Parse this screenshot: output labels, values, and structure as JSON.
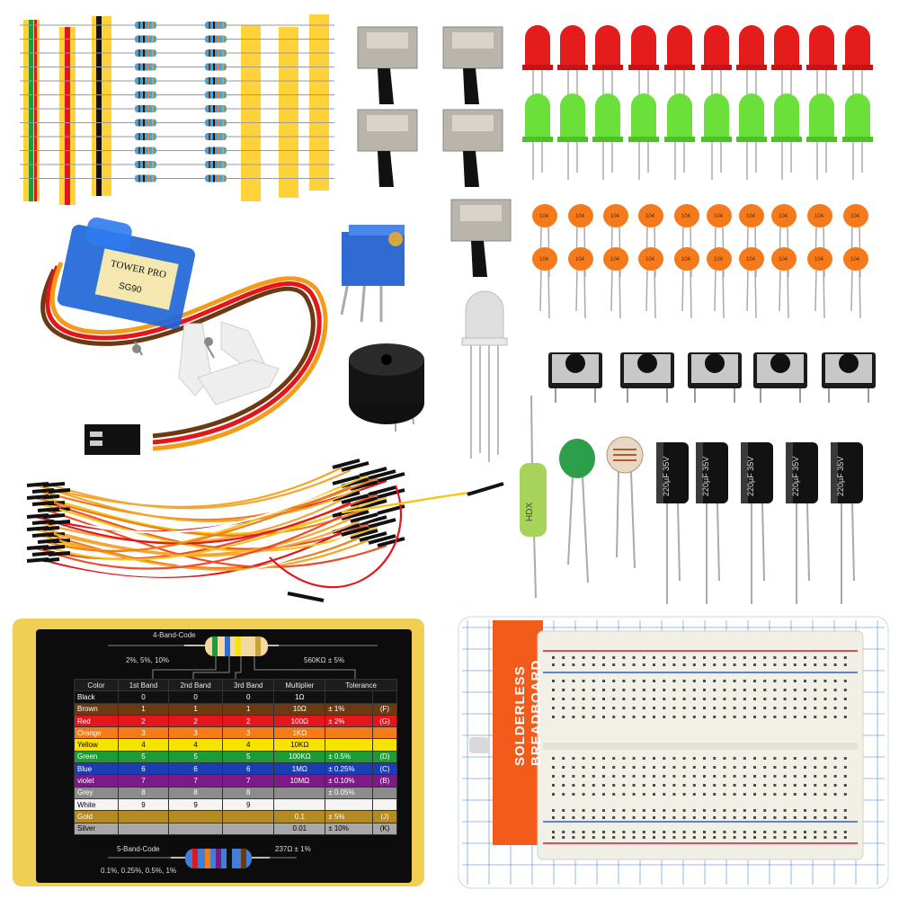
{
  "servo": {
    "brand": "TOWER PRO",
    "model": "SG90"
  },
  "ceramic_cap_label": "104",
  "inductor_label": "HDX",
  "electrolytic_label": "220µF 35V",
  "breadboard": {
    "label_line1": "SOLDERLESS",
    "label_line2": "BREADBOARD"
  },
  "resistor_chart": {
    "four_band_title": "4-Band-Code",
    "four_band_tolerances": "2%, 5%, 10%",
    "four_band_example": "560KΩ ± 5%",
    "five_band_title": "5-Band-Code",
    "five_band_tolerances": "0.1%, 0.25%, 0.5%, 1%",
    "five_band_example": "237Ω ± 1%",
    "headers": [
      "Color",
      "1st Band",
      "2nd Band",
      "3rd Band",
      "Multiplier",
      "Tolerance"
    ],
    "rows": [
      {
        "color": "Black",
        "b1": "0",
        "b2": "0",
        "b3": "0",
        "mult": "1Ω",
        "tol": "",
        "code": "",
        "bg": "#111111",
        "fg": "#ffffff"
      },
      {
        "color": "Brown",
        "b1": "1",
        "b2": "1",
        "b3": "1",
        "mult": "10Ω",
        "tol": "±  1%",
        "code": "(F)",
        "bg": "#6b3a12",
        "fg": "#ffffff"
      },
      {
        "color": "Red",
        "b1": "2",
        "b2": "2",
        "b3": "2",
        "mult": "100Ω",
        "tol": "±  2%",
        "code": "(G)",
        "bg": "#e3171b",
        "fg": "#ffffff"
      },
      {
        "color": "Orange",
        "b1": "3",
        "b2": "3",
        "b3": "3",
        "mult": "1KΩ",
        "tol": "",
        "code": "",
        "bg": "#f47b16",
        "fg": "#ffffff"
      },
      {
        "color": "Yellow",
        "b1": "4",
        "b2": "4",
        "b3": "4",
        "mult": "10KΩ",
        "tol": "",
        "code": "",
        "bg": "#f7e300",
        "fg": "#000000"
      },
      {
        "color": "Green",
        "b1": "5",
        "b2": "5",
        "b3": "5",
        "mult": "100KΩ",
        "tol": "± 0.5%",
        "code": "(D)",
        "bg": "#1f9a3a",
        "fg": "#ffffff"
      },
      {
        "color": "Blue",
        "b1": "6",
        "b2": "6",
        "b3": "6",
        "mult": "1MΩ",
        "tol": "± 0.25%",
        "code": "(C)",
        "bg": "#1a3fb4",
        "fg": "#ffffff"
      },
      {
        "color": "violet",
        "b1": "7",
        "b2": "7",
        "b3": "7",
        "mult": "10MΩ",
        "tol": "± 0.10%",
        "code": "(B)",
        "bg": "#7b1b86",
        "fg": "#ffffff"
      },
      {
        "color": "Grey",
        "b1": "8",
        "b2": "8",
        "b3": "8",
        "mult": "",
        "tol": "± 0.05%",
        "code": "",
        "bg": "#8c8c8c",
        "fg": "#ffffff"
      },
      {
        "color": "White",
        "b1": "9",
        "b2": "9",
        "b3": "9",
        "mult": "",
        "tol": "",
        "code": "",
        "bg": "#f4f4f4",
        "fg": "#000000"
      },
      {
        "color": "Gold",
        "b1": "",
        "b2": "",
        "b3": "",
        "mult": "0.1",
        "tol": "± 5%",
        "code": "(J)",
        "bg": "#b48a22",
        "fg": "#ffffff"
      },
      {
        "color": "Silver",
        "b1": "",
        "b2": "",
        "b3": "",
        "mult": "0.01",
        "tol": "± 10%",
        "code": "(K)",
        "bg": "#a8a8a8",
        "fg": "#000000"
      }
    ]
  },
  "colors": {
    "led_red": "#e41c1c",
    "led_green": "#6be03a",
    "ceramic_cap": "#f57a1c",
    "servo_blue": "#1f66d8",
    "tape_yellow": "#ffd23a",
    "breadboard_orange": "#f35b1a",
    "grid_blue": "#3d82d6"
  }
}
